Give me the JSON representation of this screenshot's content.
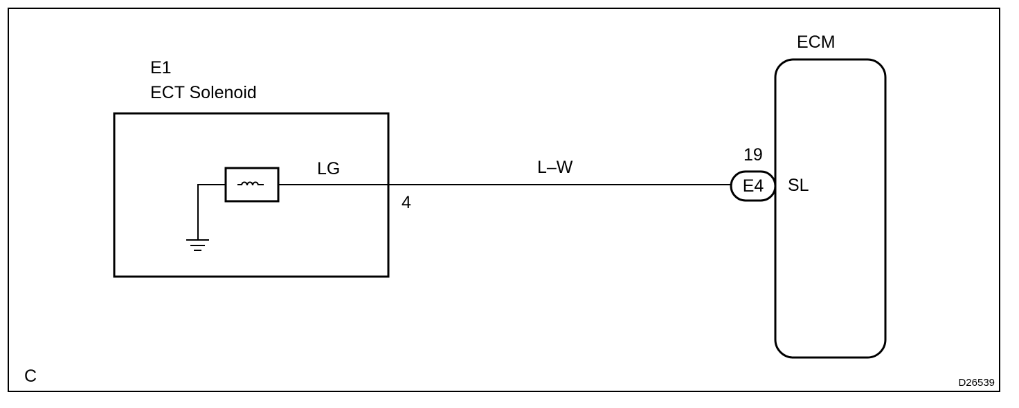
{
  "frame": {
    "corner_label": "C",
    "figure_code": "D26539"
  },
  "solenoid": {
    "connector_code": "E1",
    "name": "ECT Solenoid",
    "wire_color_internal": "LG",
    "terminal_number": "4",
    "coil_icon": "coil-icon",
    "ground_icon": "ground-icon"
  },
  "harness": {
    "wire_color": "L–W"
  },
  "ecm": {
    "name": "ECM",
    "connector_code": "E4",
    "pin_number": "19",
    "signal_name": "SL"
  },
  "colors": {
    "line": "#000000",
    "background": "#ffffff"
  }
}
